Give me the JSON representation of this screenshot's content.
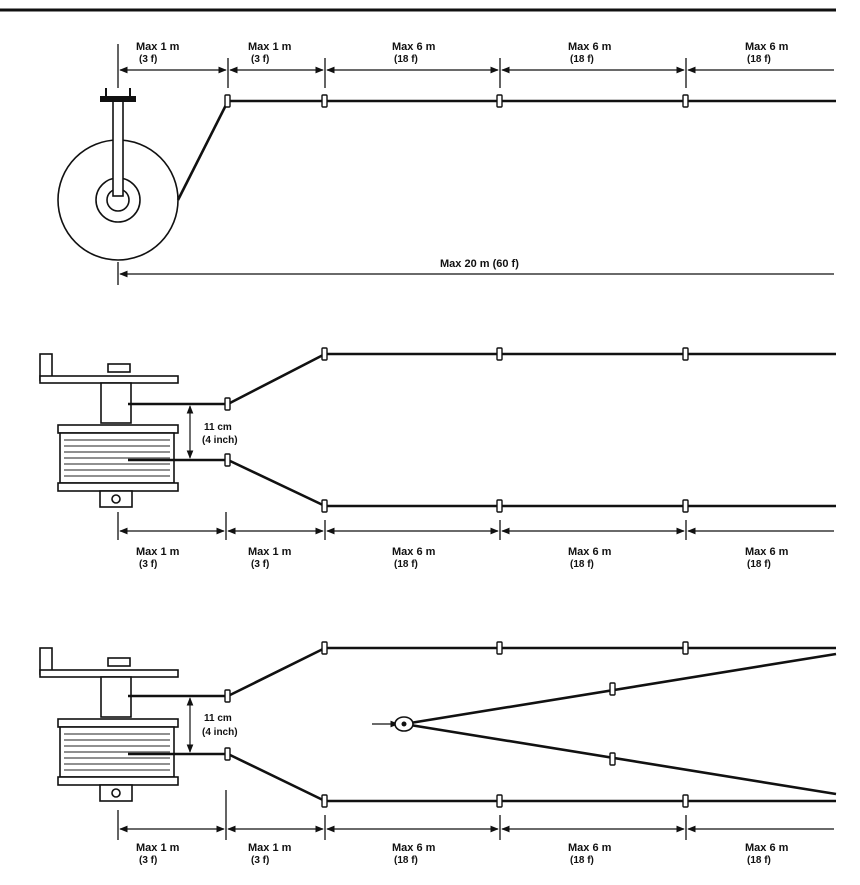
{
  "panel1": {
    "segments": [
      {
        "max": "Max 1 m",
        "imperial": "(3 f)"
      },
      {
        "max": "Max 1 m",
        "imperial": "(3 f)"
      },
      {
        "max": "Max 6 m",
        "imperial": "(18 f)"
      },
      {
        "max": "Max 6 m",
        "imperial": "(18 f)"
      },
      {
        "max": "Max 6 m",
        "imperial": "(18 f)"
      }
    ],
    "total": "Max 20 m (60 f)"
  },
  "panel2": {
    "gap": {
      "metric": "11 cm",
      "imperial": "(4 inch)"
    },
    "segments": [
      {
        "max": "Max 1 m",
        "imperial": "(3 f)"
      },
      {
        "max": "Max 1 m",
        "imperial": "(3 f)"
      },
      {
        "max": "Max 6 m",
        "imperial": "(18 f)"
      },
      {
        "max": "Max 6 m",
        "imperial": "(18 f)"
      },
      {
        "max": "Max 6 m",
        "imperial": "(18 f)"
      }
    ]
  },
  "panel3": {
    "gap": {
      "metric": "11 cm",
      "imperial": "(4 inch)"
    },
    "segments": [
      {
        "max": "Max 1 m",
        "imperial": "(3 f)"
      },
      {
        "max": "Max 1 m",
        "imperial": "(3 f)"
      },
      {
        "max": "Max 6 m",
        "imperial": "(18 f)"
      },
      {
        "max": "Max 6 m",
        "imperial": "(18 f)"
      },
      {
        "max": "Max 6 m",
        "imperial": "(18 f)"
      }
    ]
  }
}
